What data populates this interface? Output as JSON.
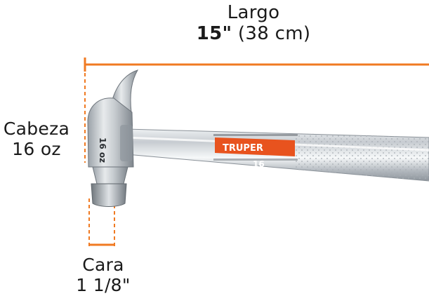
{
  "length": {
    "title": "Largo",
    "value": "15\"",
    "value_metric": "(38 cm)"
  },
  "head": {
    "title": "Cabeza",
    "value": "16 oz"
  },
  "face": {
    "title": "Cara",
    "value": "1 1/8\""
  },
  "hammer": {
    "brand": "TRUPER",
    "head_stamp": "16 oz",
    "handle_mark": "16"
  },
  "colors": {
    "dimension_line": "#f07a22",
    "brand_band": "#e8531e",
    "steel": "#c9ced3"
  }
}
